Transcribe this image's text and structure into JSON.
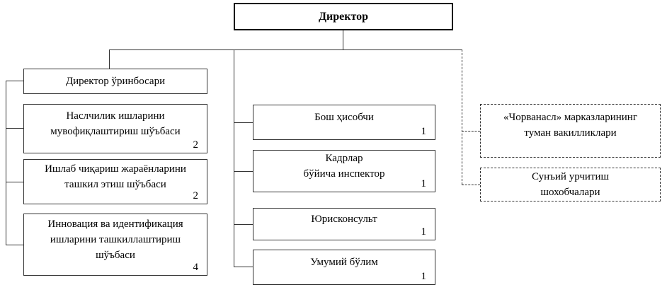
{
  "org": {
    "director": {
      "label": "Директор"
    },
    "left": {
      "head": {
        "label": "Директор ўринбосари"
      },
      "units": [
        {
          "label": [
            "Наслчилик ишларини",
            "мувофиқлаштириш шўъбаси"
          ],
          "count": "2"
        },
        {
          "label": [
            "Ишлаб чиқариш жараёнларини",
            "ташкил этиш шўъбаси"
          ],
          "count": "2"
        },
        {
          "label": [
            "Инновация ва идентификация",
            "ишларини ташкиллаштириш",
            "шўъбаси"
          ],
          "count": "4"
        }
      ]
    },
    "middle": [
      {
        "label": "Бош ҳисобчи",
        "count": "1"
      },
      {
        "label": [
          "Кадрлар",
          "бўйича инспектор"
        ],
        "count": "1"
      },
      {
        "label": "Юрисконсульт",
        "count": "1"
      },
      {
        "label": "Умумий бўлим",
        "count": "1"
      }
    ],
    "right": [
      {
        "label": [
          "«Чорванасл» марказларининг",
          "туман вакилликлари"
        ]
      },
      {
        "label": [
          "Сунъий урчитиш",
          "шохобчалари"
        ]
      }
    ]
  },
  "colors": {
    "line": "#333333",
    "director_border": "#000000",
    "background": "#ffffff"
  }
}
